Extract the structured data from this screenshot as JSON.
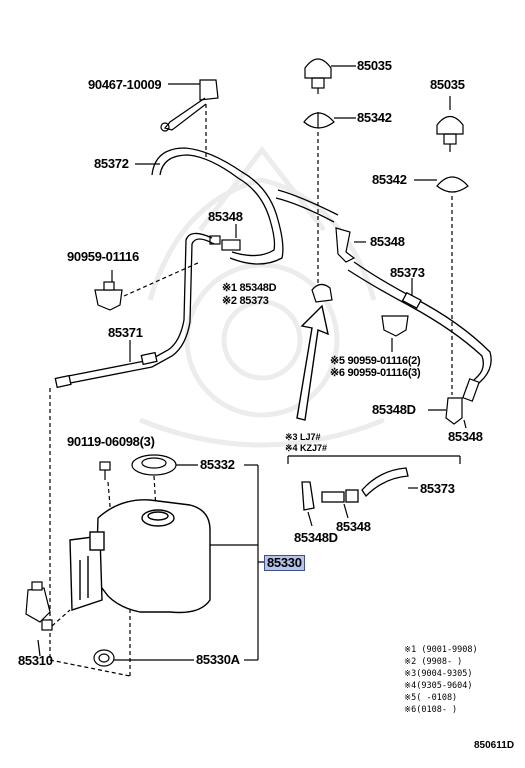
{
  "labels": {
    "p85035_top": "85035",
    "p85035_right": "85035",
    "p90467": "90467-10009",
    "p85342_top": "85342",
    "p85342_right": "85342",
    "p85372": "85372",
    "p85348_a": "85348",
    "p85348_b": "85348",
    "p90959_left": "90959-01116",
    "p85348d_mark": "※1 85348D",
    "p85373_mark": "※2 85373",
    "p85373_right": "85373",
    "p85371": "85371",
    "p90959_r5": "※5 90959-01116(2)",
    "p90959_r6": "※6 90959-01116(3)",
    "p85348d_right": "85348D",
    "p85348_right": "85348",
    "variant3": "※3 LJ7#",
    "variant4": "※4 KZJ7#",
    "p90119": "90119-06098(3)",
    "p85332": "85332",
    "p85373_low": "85373",
    "p85348_low": "85348",
    "p85348d_low": "85348D",
    "p85330": "85330",
    "p85310": "85310",
    "p85330a": "85330A"
  },
  "notes": [
    "※1 (9001-9908)",
    "※2 (9908-     )",
    "※3(9004-9305)",
    "※4(9305-9604)",
    "※5(     -0108)",
    "※6(0108-     )"
  ],
  "diagram_code": "850611D",
  "highlight_color": "#b6c4ea",
  "highlighted_part": "85330"
}
